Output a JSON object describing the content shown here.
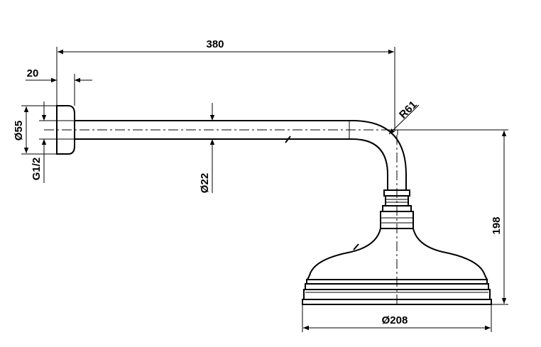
{
  "dimensions": {
    "arm_length": "380",
    "wall_plate_depth": "20",
    "wall_plate_diameter": "Ø55",
    "thread_size": "G1/2",
    "arm_diameter": "Ø22",
    "bend_radius": "R61",
    "total_drop": "198",
    "head_diameter": "Ø208"
  }
}
